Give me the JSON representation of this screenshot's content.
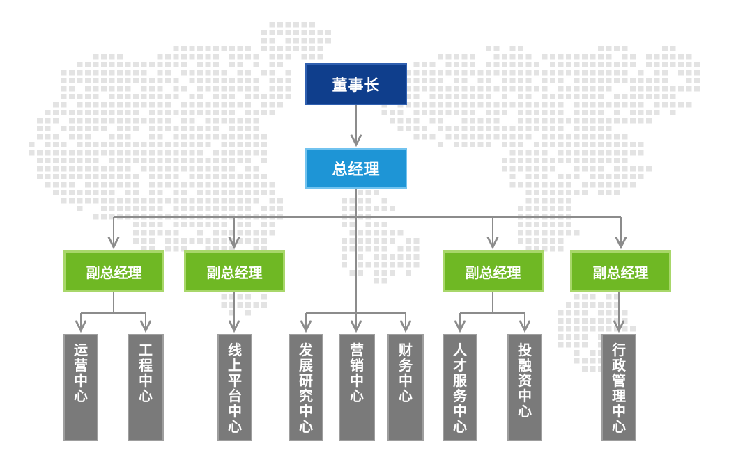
{
  "chairman": {
    "label": "董事长"
  },
  "general_manager": {
    "label": "总经理"
  },
  "vice_managers": [
    {
      "label": "副总经理"
    },
    {
      "label": "副总经理"
    },
    {
      "label": "副总经理"
    },
    {
      "label": "副总经理"
    }
  ],
  "departments": [
    {
      "label": "运营中心"
    },
    {
      "label": "工程中心"
    },
    {
      "label": "线上平台中心"
    },
    {
      "label": "发展研究中心"
    },
    {
      "label": "营销中心"
    },
    {
      "label": "财务中心"
    },
    {
      "label": "人才服务中心"
    },
    {
      "label": "投融资中心"
    },
    {
      "label": "行政管理中心"
    }
  ],
  "colors": {
    "chairman": "#0f3e8c",
    "general_manager": "#1e95d6",
    "vice_manager": "#6fb824",
    "department": "#7a7a7a",
    "connector": "#8c8c8c",
    "map_dots": "#e3e3e3"
  },
  "icons": {
    "background": "dotted-world-map"
  }
}
